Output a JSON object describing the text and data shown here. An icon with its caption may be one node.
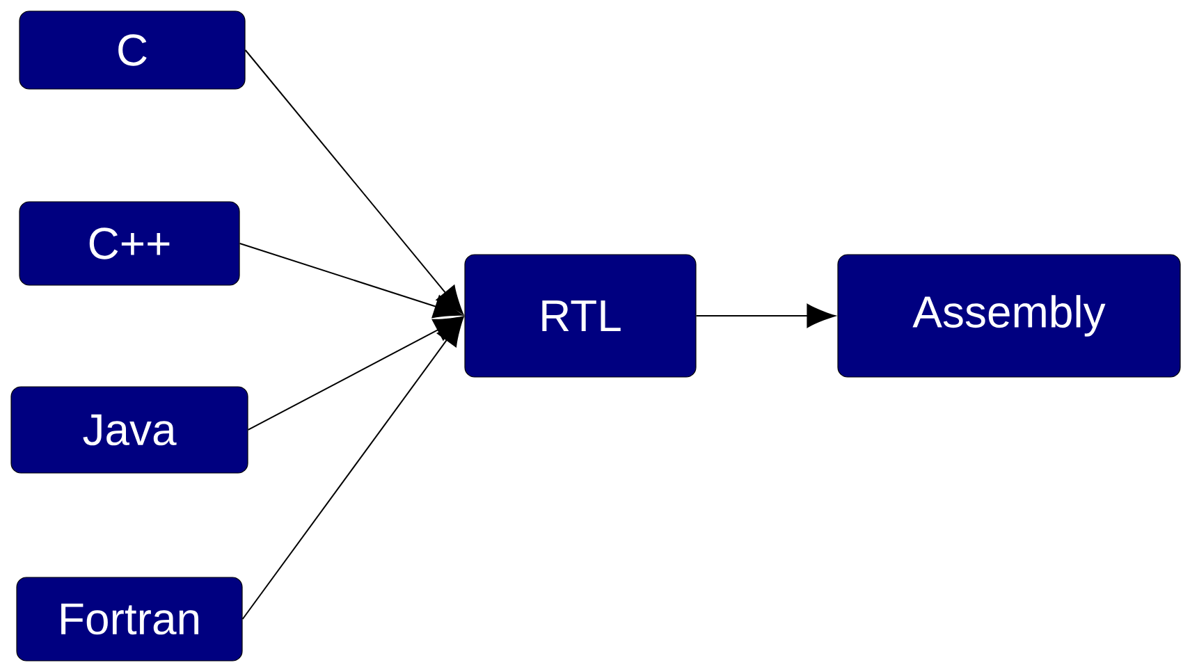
{
  "diagram": {
    "nodes": [
      {
        "text": [
          "C"
        ]
      },
      {
        "text": [
          "C++"
        ]
      },
      {
        "text": [
          "Java"
        ]
      },
      {
        "text": [
          "Fortran"
        ]
      },
      {
        "text": [
          "RTL"
        ]
      },
      {
        "text": [
          "Assembly"
        ]
      }
    ],
    "edges": [
      {
        "from": 0,
        "to": 4,
        "arrow": "to"
      },
      {
        "from": 1,
        "to": 4,
        "arrow": "to"
      },
      {
        "from": 2,
        "to": 4,
        "arrow": "to"
      },
      {
        "from": 3,
        "to": 4,
        "arrow": "to"
      },
      {
        "from": 4,
        "to": 5,
        "arrow": "to"
      }
    ]
  }
}
